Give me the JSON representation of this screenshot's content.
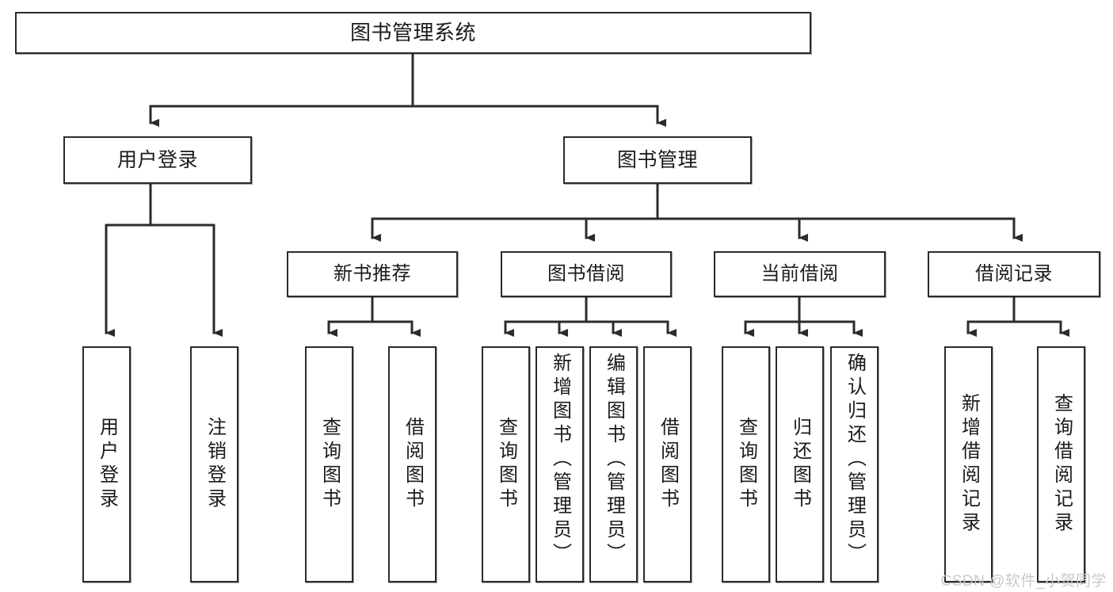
{
  "diagram": {
    "title": "图书管理系统",
    "type": "tree",
    "orientation": "top-down",
    "colors": {
      "node_border": "#2b2b2b",
      "node_fill": "#ffffff",
      "edge": "#2b2b2b",
      "text": "#1b1b1b",
      "watermark": "#c9c9c9"
    },
    "levels": [
      {
        "level": 1,
        "nodes": [
          {
            "id": "root",
            "label": "图书管理系统",
            "orientation": "horizontal"
          }
        ]
      },
      {
        "level": 2,
        "nodes": [
          {
            "id": "user-login",
            "label": "用户登录",
            "orientation": "horizontal",
            "parent": "root"
          },
          {
            "id": "book-manage",
            "label": "图书管理",
            "orientation": "horizontal",
            "parent": "root"
          }
        ]
      },
      {
        "level": 3,
        "nodes": [
          {
            "id": "new-book-rec",
            "label": "新书推荐",
            "orientation": "horizontal",
            "parent": "book-manage"
          },
          {
            "id": "book-borrow",
            "label": "图书借阅",
            "orientation": "horizontal",
            "parent": "book-manage"
          },
          {
            "id": "current-borrow",
            "label": "当前借阅",
            "orientation": "horizontal",
            "parent": "book-manage"
          },
          {
            "id": "borrow-record",
            "label": "借阅记录",
            "orientation": "horizontal",
            "parent": "book-manage"
          }
        ]
      },
      {
        "level": 4,
        "nodes": [
          {
            "id": "leaf-user-login",
            "label": "用户登录",
            "orientation": "vertical",
            "parent": "user-login"
          },
          {
            "id": "leaf-user-logout",
            "label": "注销登录",
            "orientation": "vertical",
            "parent": "user-login"
          },
          {
            "id": "leaf-query-book-1",
            "label": "查询图书",
            "orientation": "vertical",
            "parent": "new-book-rec"
          },
          {
            "id": "leaf-borrow-book-1",
            "label": "借阅图书",
            "orientation": "vertical",
            "parent": "new-book-rec"
          },
          {
            "id": "leaf-query-book-2",
            "label": "查询图书",
            "orientation": "vertical",
            "parent": "book-borrow"
          },
          {
            "id": "leaf-add-book",
            "label": "新增图书（管理员）",
            "orientation": "vertical",
            "parent": "book-borrow"
          },
          {
            "id": "leaf-edit-book",
            "label": "编辑图书（管理员）",
            "orientation": "vertical",
            "parent": "book-borrow"
          },
          {
            "id": "leaf-borrow-book-2",
            "label": "借阅图书",
            "orientation": "vertical",
            "parent": "book-borrow"
          },
          {
            "id": "leaf-query-book-3",
            "label": "查询图书",
            "orientation": "vertical",
            "parent": "current-borrow"
          },
          {
            "id": "leaf-return-book",
            "label": "归还图书",
            "orientation": "vertical",
            "parent": "current-borrow"
          },
          {
            "id": "leaf-confirm-return",
            "label": "确认归还（管理员）",
            "orientation": "vertical",
            "parent": "current-borrow"
          },
          {
            "id": "leaf-add-record",
            "label": "新增借阅记录",
            "orientation": "vertical",
            "parent": "borrow-record"
          },
          {
            "id": "leaf-query-record",
            "label": "查询借阅记录",
            "orientation": "vertical",
            "parent": "borrow-record"
          }
        ]
      }
    ]
  },
  "watermark": {
    "text": "CSDN @软件_小贺同学"
  }
}
